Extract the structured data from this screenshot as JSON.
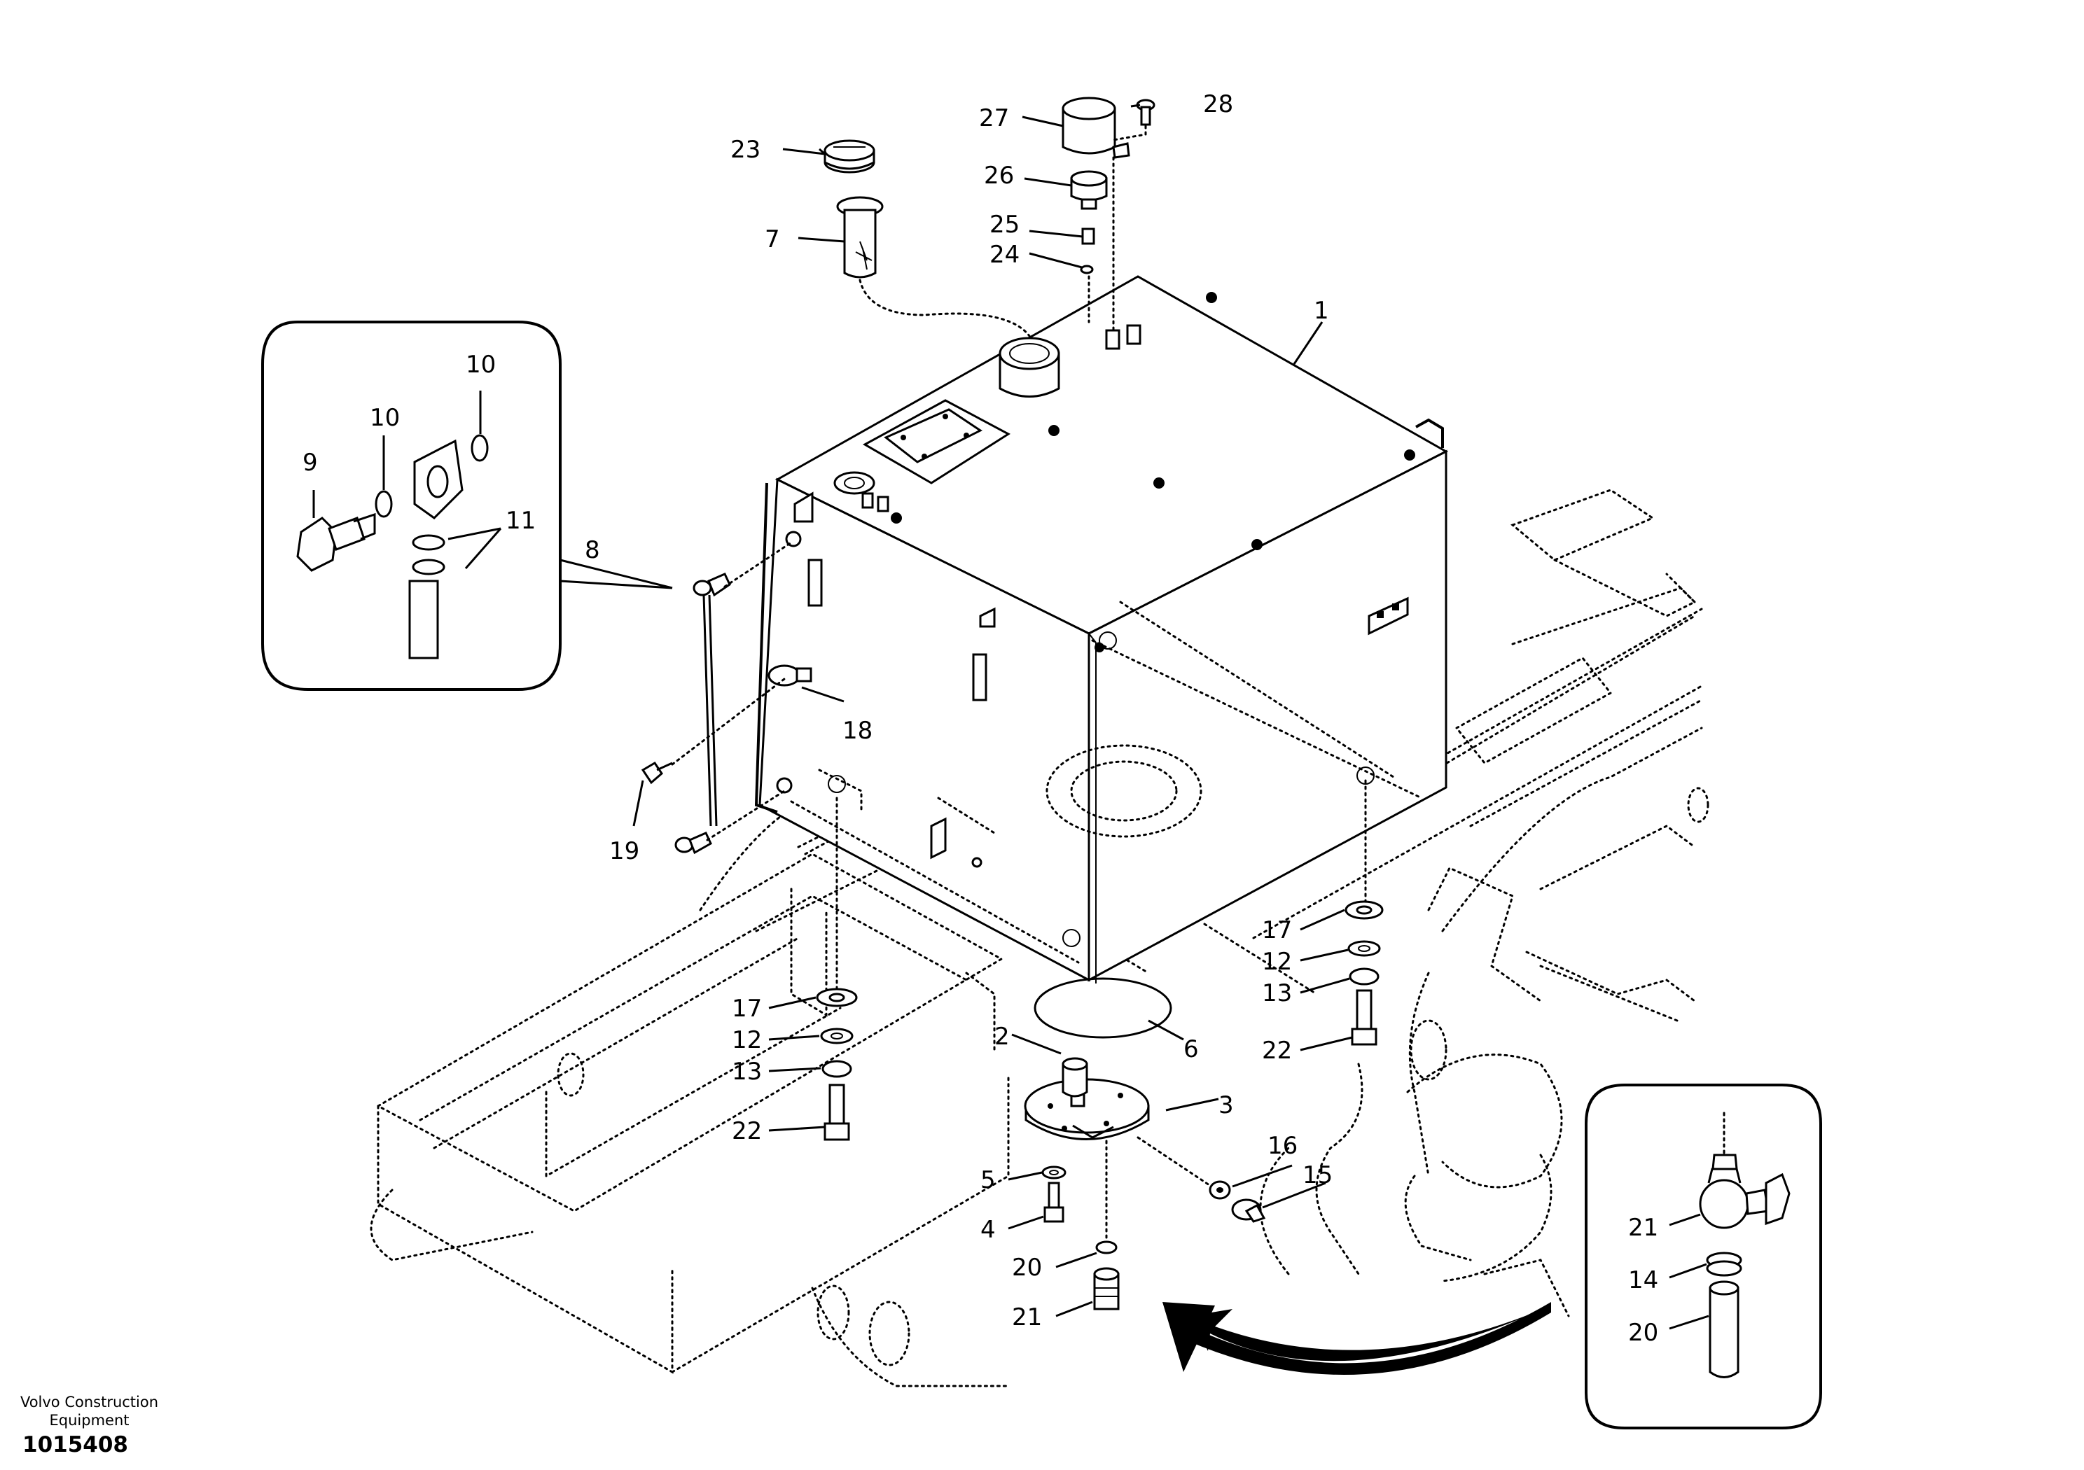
{
  "callouts": [
    "1",
    "2",
    "3",
    "4",
    "5",
    "6",
    "7",
    "8",
    "9",
    "10",
    "10",
    "11",
    "12",
    "12",
    "13",
    "13",
    "14",
    "15",
    "16",
    "17",
    "17",
    "18",
    "19",
    "20",
    "20",
    "21",
    "21",
    "22",
    "22",
    "23",
    "24",
    "25",
    "26",
    "27",
    "28"
  ],
  "footer": {
    "brand_line1": "Volvo Construction",
    "brand_line2": "Equipment",
    "document_number": "1015408"
  },
  "icons": [
    "fuel-tank",
    "filler-cap",
    "strainer",
    "drain-valve",
    "rotation-arrow"
  ]
}
